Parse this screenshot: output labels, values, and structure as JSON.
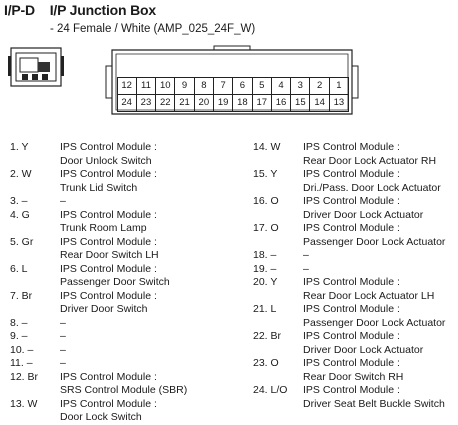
{
  "header": {
    "code": "I/P-D",
    "title": "I/P Junction Box"
  },
  "subtitle": "- 24 Female / White (AMP_025_24F_W)",
  "connector_rows": [
    [
      "12",
      "11",
      "10",
      "9",
      "8",
      "7",
      "6",
      "5",
      "4",
      "3",
      "2",
      "1"
    ],
    [
      "24",
      "23",
      "22",
      "21",
      "20",
      "19",
      "18",
      "17",
      "16",
      "15",
      "14",
      "13"
    ]
  ],
  "pins_left": [
    {
      "num": "1. Y",
      "lines": [
        "IPS Control Module :",
        "Door Unlock Switch"
      ]
    },
    {
      "num": "2. W",
      "lines": [
        "IPS Control Module :",
        "Trunk Lid Switch"
      ]
    },
    {
      "num": "3. –",
      "lines": [
        "–"
      ]
    },
    {
      "num": "4. G",
      "lines": [
        "IPS Control Module :",
        "Trunk Room Lamp"
      ]
    },
    {
      "num": "5. Gr",
      "lines": [
        "IPS Control Module :",
        "Rear Door Switch LH"
      ]
    },
    {
      "num": "6. L",
      "lines": [
        "IPS Control Module :",
        "Passenger Door Switch"
      ]
    },
    {
      "num": "7. Br",
      "lines": [
        "IPS Control Module :",
        "Driver Door Switch"
      ]
    },
    {
      "num": "8. –",
      "lines": [
        "–"
      ]
    },
    {
      "num": "9. –",
      "lines": [
        "–"
      ]
    },
    {
      "num": "10. –",
      "lines": [
        "–"
      ]
    },
    {
      "num": "11. –",
      "lines": [
        "–"
      ]
    },
    {
      "num": "12. Br",
      "lines": [
        "IPS Control Module :",
        "SRS Control Module (SBR)"
      ]
    },
    {
      "num": "13. W",
      "lines": [
        "IPS Control Module :",
        "Door Lock Switch"
      ]
    }
  ],
  "pins_right": [
    {
      "num": "14. W",
      "lines": [
        "IPS Control Module :",
        "Rear Door Lock Actuator RH"
      ]
    },
    {
      "num": "15. Y",
      "lines": [
        "IPS Control Module :",
        "Dri./Pass. Door Lock Actuator"
      ]
    },
    {
      "num": "16. O",
      "lines": [
        "IPS Control Module :",
        "Driver Door Lock Actuator"
      ]
    },
    {
      "num": "17. O",
      "lines": [
        "IPS Control Module :",
        "Passenger Door Lock Actuator"
      ]
    },
    {
      "num": "18. –",
      "lines": [
        "–"
      ]
    },
    {
      "num": "19. –",
      "lines": [
        "–"
      ]
    },
    {
      "num": "20. Y",
      "lines": [
        "IPS Control Module :",
        "Rear Door Lock Actuator LH"
      ]
    },
    {
      "num": "21. L",
      "lines": [
        "IPS Control Module :",
        "Passenger Door Lock Actuator"
      ]
    },
    {
      "num": "22. Br",
      "lines": [
        "IPS Control Module :",
        "Driver Door Lock Actuator"
      ]
    },
    {
      "num": "23. O",
      "lines": [
        "IPS Control Module :",
        "Rear Door Switch RH"
      ]
    },
    {
      "num": "24. L/O",
      "lines": [
        "IPS Control Module :",
        "Driver Seat Belt Buckle Switch"
      ]
    }
  ]
}
